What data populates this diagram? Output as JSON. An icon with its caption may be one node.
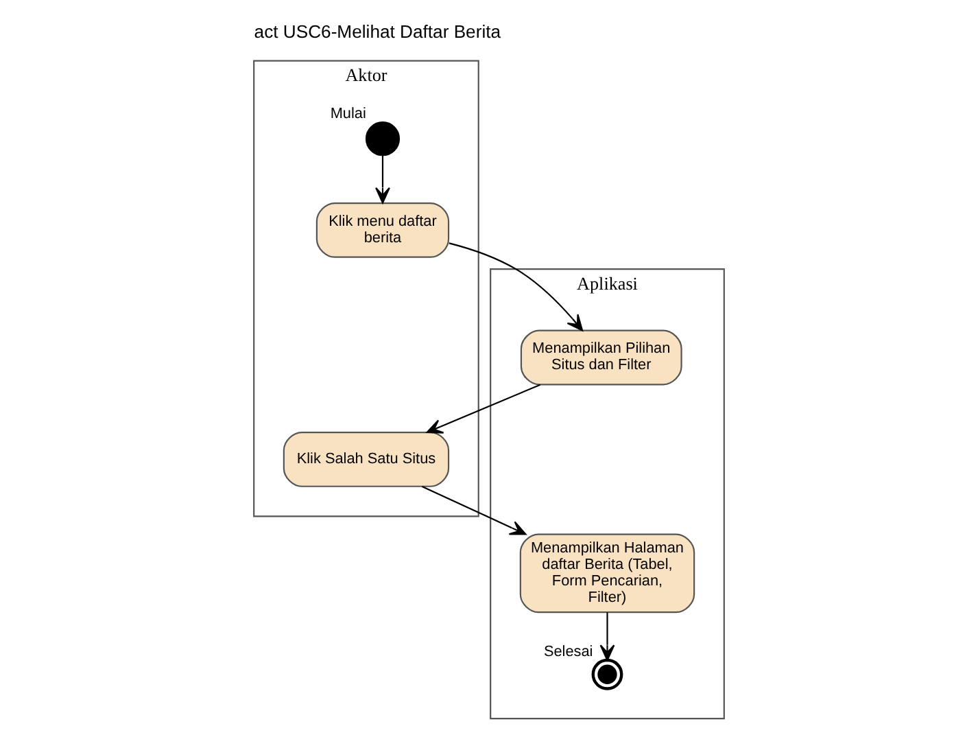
{
  "diagram": {
    "title": "act USC6-Melihat Daftar Berita",
    "nodes": [
      {
        "text": [
          "Aktor"
        ]
      },
      {
        "text": [
          "Aplikasi"
        ]
      },
      {
        "text": [],
        "shape": "circle",
        "in": 0,
        "beside": [
          "Mulai"
        ]
      },
      {
        "text": [
          "Klik menu daftar berita"
        ],
        "in": 0
      },
      {
        "text": [
          "Menampilkan Pilihan Situs dan Filter"
        ],
        "in": 1
      },
      {
        "text": [
          "Klik Salah Satu Situs"
        ],
        "in": 0
      },
      {
        "text": [
          "Menampilkan Halaman daftar Berita (Tabel, Form Pencarian, Filter)"
        ],
        "in": 1
      },
      {
        "text": [],
        "shape": "circle",
        "in": 1,
        "beside": [
          "Selesai"
        ]
      }
    ],
    "edges": [
      {
        "from": 2,
        "to": 3,
        "arrow": "to"
      },
      {
        "from": 3,
        "to": 4,
        "arrow": "to"
      },
      {
        "from": 4,
        "to": 5,
        "arrow": "to"
      },
      {
        "from": 5,
        "to": 6,
        "arrow": "to"
      },
      {
        "from": 6,
        "to": 7,
        "arrow": "to"
      }
    ]
  }
}
